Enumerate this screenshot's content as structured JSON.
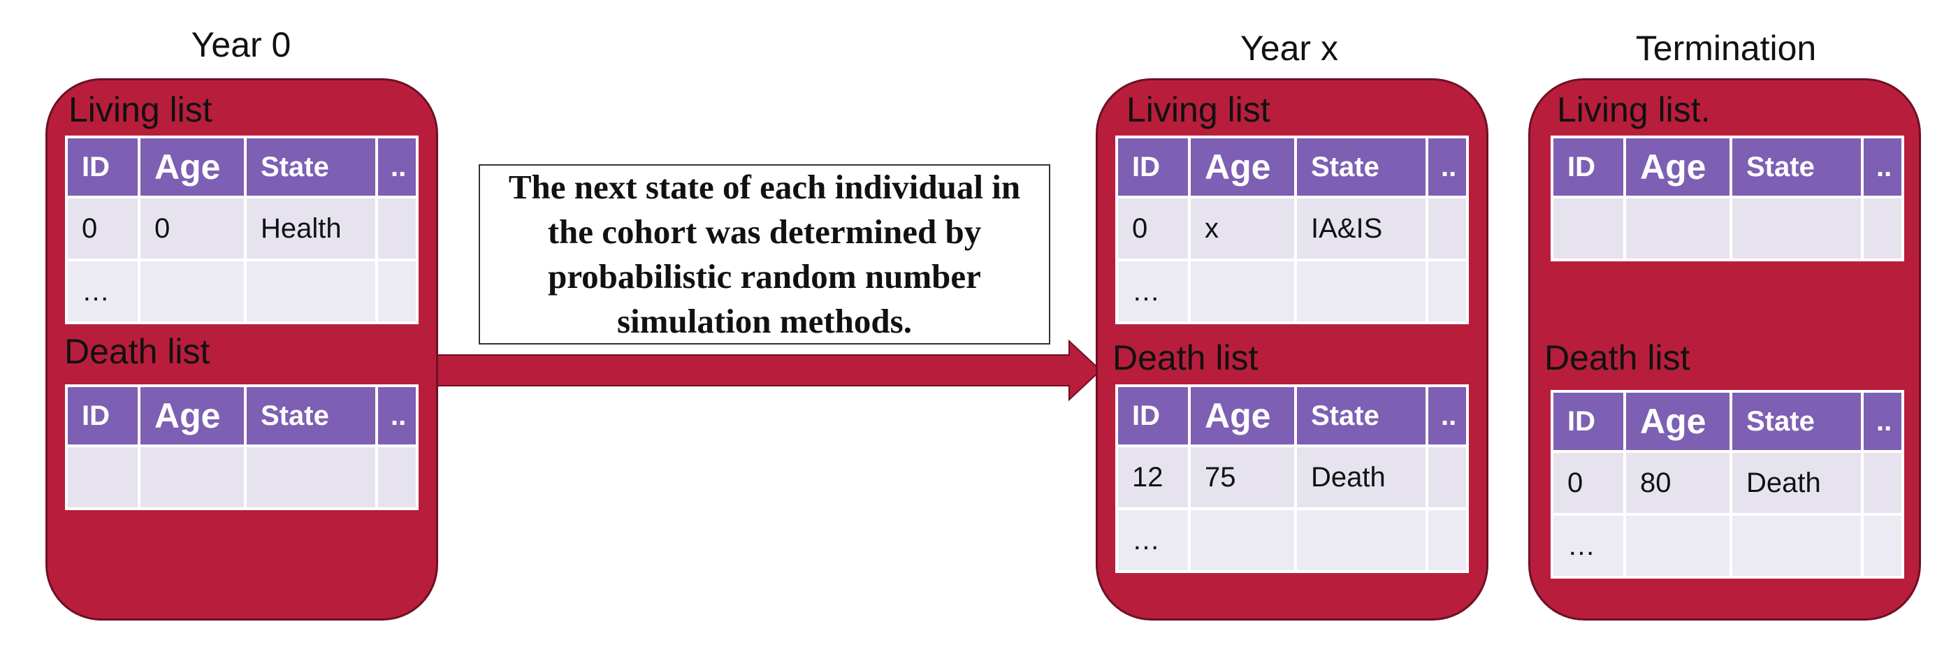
{
  "stages": [
    {
      "title": "Year 0",
      "living_label": "Living list",
      "death_label": "Death list",
      "living_rows": [
        [
          "0",
          "0",
          "Health",
          ""
        ],
        [
          "…",
          "",
          "",
          ""
        ]
      ],
      "death_rows": [
        [
          "",
          "",
          "",
          ""
        ]
      ]
    },
    {
      "title": "Year x",
      "living_label": "Living list",
      "death_label": "Death list",
      "living_rows": [
        [
          "0",
          "x",
          "IA&IS",
          ""
        ],
        [
          "…",
          "",
          "",
          ""
        ]
      ],
      "death_rows": [
        [
          "12",
          "75",
          "Death",
          ""
        ],
        [
          "…",
          "",
          "",
          ""
        ]
      ]
    },
    {
      "title": "Termination",
      "living_label": "Living list.",
      "death_label": "Death list",
      "living_rows": [
        [
          "",
          "",
          "",
          ""
        ]
      ],
      "death_rows": [
        [
          "0",
          "80",
          "Death",
          ""
        ],
        [
          "…",
          "",
          "",
          ""
        ]
      ]
    }
  ],
  "columns": [
    "ID",
    "Age",
    "State",
    ".."
  ],
  "transition_note": "The next state of each individual in the cohort was determined by probabilistic random number simulation methods.",
  "colors": {
    "panel": "#b81e3c",
    "header": "#7d5fb3",
    "cell": "#e6e3ef",
    "arrow": "#b81e3c"
  }
}
